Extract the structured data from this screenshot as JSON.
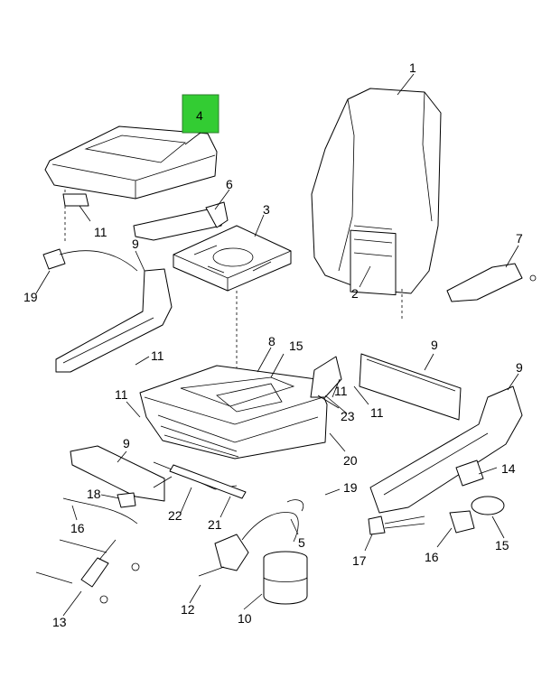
{
  "highlight_color": "#33cc33",
  "callouts": {
    "c1": "1",
    "c2": "2",
    "c3": "3",
    "c4": "4",
    "c5": "5",
    "c6": "6",
    "c7": "7",
    "c8": "8",
    "c9a": "9",
    "c9b": "9",
    "c9c": "9",
    "c9d": "9",
    "c10": "10",
    "c11a": "11",
    "c11b": "11",
    "c11c": "11",
    "c11d": "11",
    "c11e": "11",
    "c12": "12",
    "c13": "13",
    "c14": "14",
    "c15a": "15",
    "c15b": "15",
    "c16a": "16",
    "c16b": "16",
    "c17": "17",
    "c18": "18",
    "c19a": "19",
    "c19b": "19",
    "c20": "20",
    "c21": "21",
    "c22": "22",
    "c23": "23"
  }
}
